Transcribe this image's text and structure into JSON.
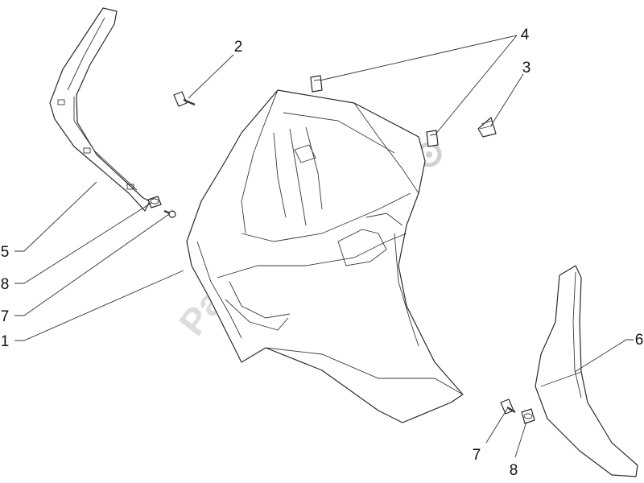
{
  "diagram": {
    "watermark": "PartsRepublik",
    "callouts": [
      {
        "id": "c1",
        "label": "1"
      },
      {
        "id": "c2",
        "label": "2"
      },
      {
        "id": "c3",
        "label": "3"
      },
      {
        "id": "c4",
        "label": "4"
      },
      {
        "id": "c5",
        "label": "5"
      },
      {
        "id": "c6",
        "label": "6"
      },
      {
        "id": "c7a",
        "label": "7"
      },
      {
        "id": "c7b",
        "label": "7"
      },
      {
        "id": "c8a",
        "label": "8"
      },
      {
        "id": "c8b",
        "label": "8"
      }
    ]
  }
}
